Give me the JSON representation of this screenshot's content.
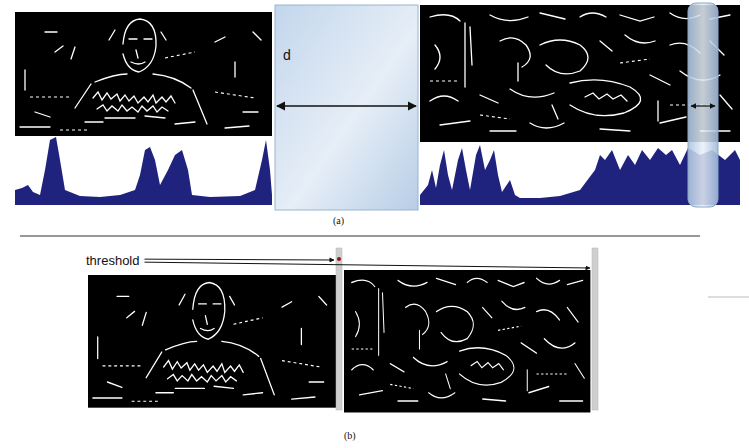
{
  "diagram": {
    "labels": [
      "d",
      "(a)",
      "threshold",
      "(b)"
    ]
  }
}
